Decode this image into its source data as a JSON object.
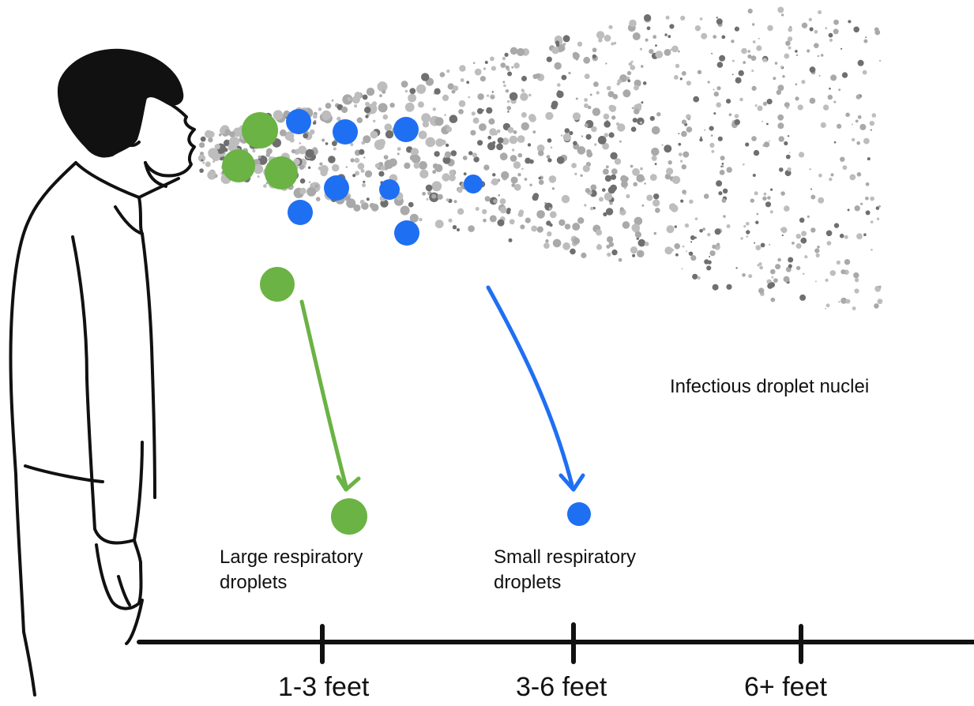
{
  "labels": {
    "droplet_nuclei": "Infectious droplet nuclei",
    "large_line1": "Large respiratory",
    "large_line2": "droplets",
    "small_line1": "Small respiratory",
    "small_line2": "droplets"
  },
  "axis": {
    "ticks": [
      "1-3 feet",
      "3-6 feet",
      "6+ feet"
    ]
  },
  "colors": {
    "large_droplet": "#6ab344",
    "small_droplet": "#1f6ff2",
    "nuclei": "#a6a6a6",
    "line": "#111111"
  },
  "icons": {
    "person": "person-exhaling-icon"
  }
}
